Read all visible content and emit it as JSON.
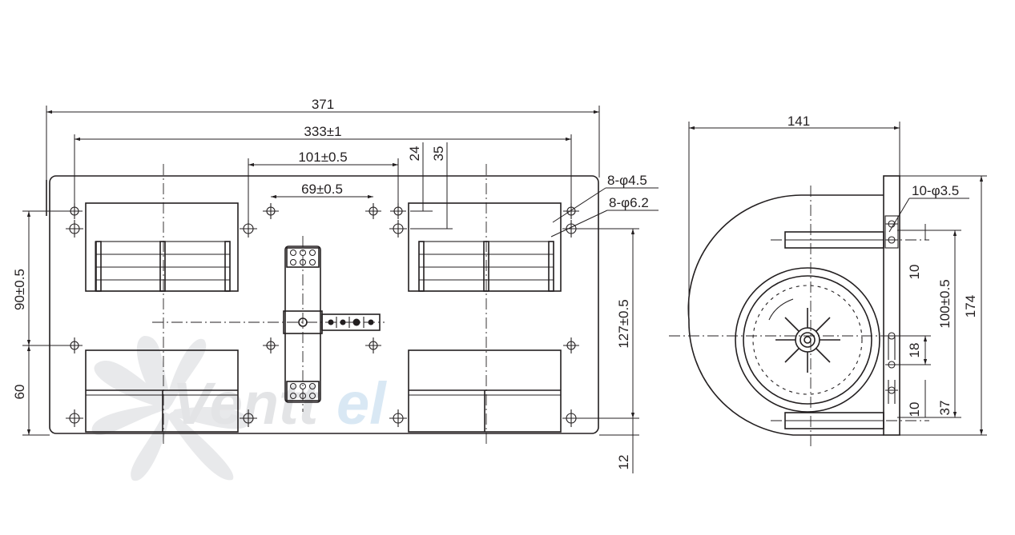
{
  "watermark": {
    "text_a": "Ventt",
    "text_b": "el"
  },
  "dimensions": {
    "overall_width": "371",
    "hole_span": "333±1",
    "outlet_offset": "101±0.5",
    "motor_span": "69±0.5",
    "offset_24": "24",
    "offset_35": "35",
    "holes_small": "8-φ4.5",
    "holes_large": "8-φ6.2",
    "height_90": "90±0.5",
    "height_60": "60",
    "height_127": "127±0.5",
    "offset_12": "12",
    "side_width": "141",
    "side_holes": "10-φ3.5",
    "side_10_top": "10",
    "side_100": "100±0.5",
    "side_174": "174",
    "side_18": "18",
    "side_10_bottom": "10",
    "side_37": "37"
  }
}
